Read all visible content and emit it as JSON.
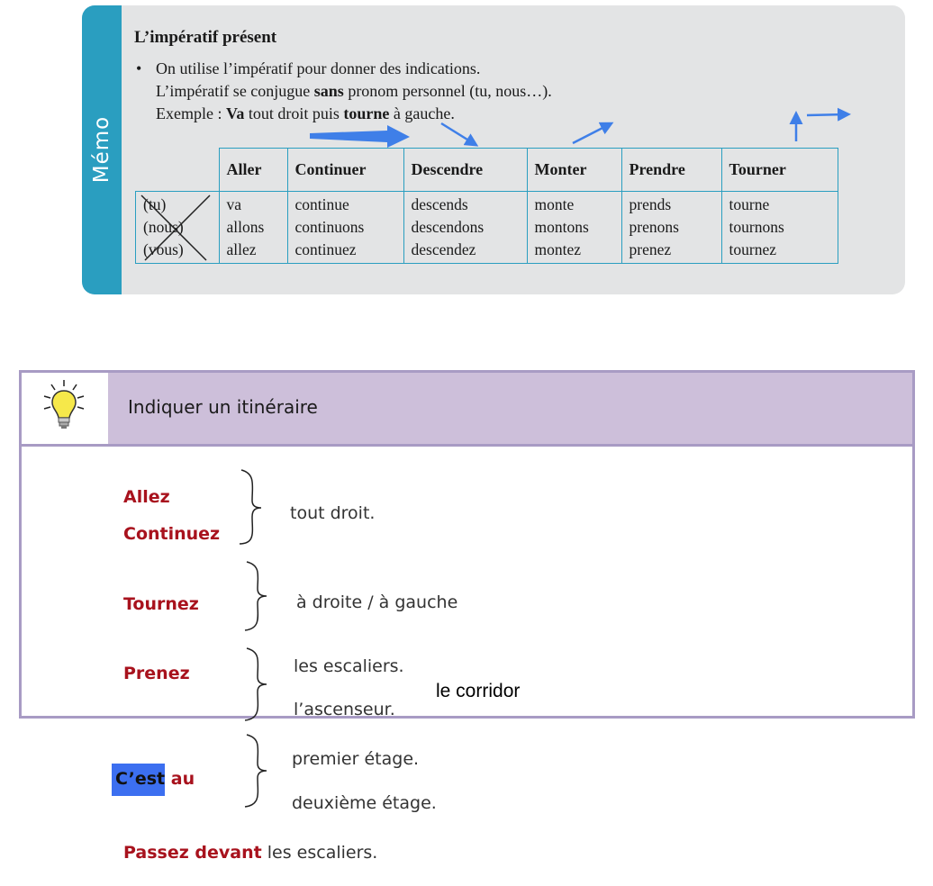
{
  "memo": {
    "side_label": "Mémo",
    "title": "L’impératif présent",
    "line1": "On utilise l’impératif pour donner des indications.",
    "line2_pre": "L’impératif se conjugue ",
    "line2_bold": "sans",
    "line2_post": " pronom personnel (tu, nous…).",
    "line3_pre": "Exemple : ",
    "line3_bold1": "Va",
    "line3_mid": " tout droit puis ",
    "line3_bold2": "tourne",
    "line3_post": " à gauche.",
    "table": {
      "headers": [
        "Aller",
        "Continuer",
        "Descendre",
        "Monter",
        "Prendre",
        "Tourner"
      ],
      "pronouns": [
        "(tu)",
        "(nous)",
        "(vous)"
      ],
      "columns": [
        [
          "va",
          "allons",
          "allez"
        ],
        [
          "continue",
          "continuons",
          "continuez"
        ],
        [
          "descends",
          "descendons",
          "descendez"
        ],
        [
          "monte",
          "montons",
          "montez"
        ],
        [
          "prends",
          "prenons",
          "prenez"
        ],
        [
          "tourne",
          "tournons",
          "tournez"
        ]
      ]
    },
    "arrow_color": "#3f7fe8"
  },
  "itinerary": {
    "title": "Indiquer un itinéraire",
    "rows": {
      "allez": "Allez",
      "continuez": "Continuez",
      "tout_droit": "tout droit.",
      "tournez": "Tournez",
      "droite_gauche": "à droite / à gauche",
      "prenez": "Prenez",
      "escaliers": "les escaliers.",
      "ascenseur": "l’ascenseur.",
      "corridor": "le corridor",
      "cest": "C’est",
      "au": " au",
      "premier": "premier étage.",
      "deuxieme": "deuxième étage.",
      "passez": "Passez devant",
      "passez_rest": " les escaliers."
    },
    "accent_red": "#a8121d",
    "header_bg": "#cdbfda",
    "highlight": "#3c6ff0"
  }
}
